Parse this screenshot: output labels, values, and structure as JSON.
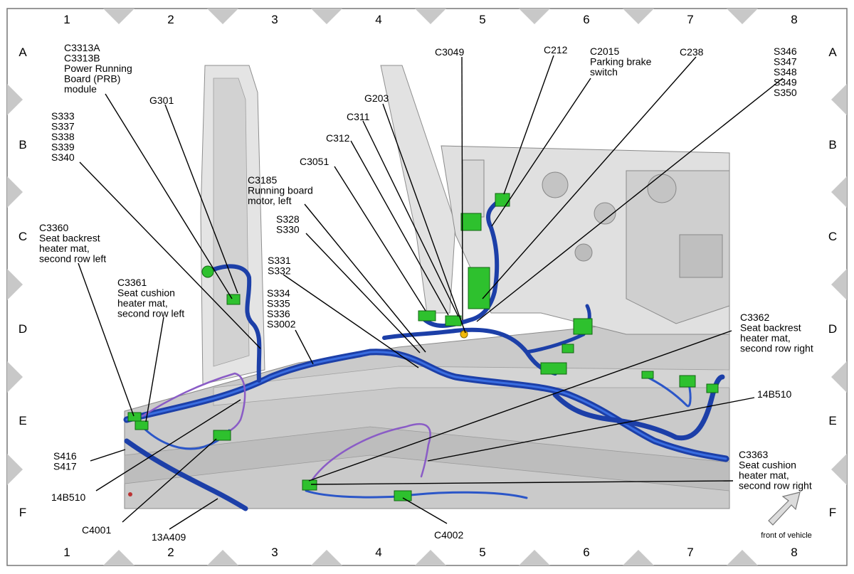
{
  "grid": {
    "columns": [
      "1",
      "2",
      "3",
      "4",
      "5",
      "6",
      "7",
      "8"
    ],
    "rows": [
      "A",
      "B",
      "C",
      "D",
      "E",
      "F"
    ]
  },
  "labels": {
    "prb": [
      "C3313A",
      "C3313B",
      "Power Running",
      "Board (PRB)",
      "module"
    ],
    "g301": [
      "G301"
    ],
    "s333": [
      "S333",
      "S337",
      "S338",
      "S339",
      "S340"
    ],
    "c3360": [
      "C3360",
      "Seat backrest",
      "heater mat,",
      "second row left"
    ],
    "c3361": [
      "C3361",
      "Seat cushion",
      "heater mat,",
      "second row left"
    ],
    "s334": [
      "S334",
      "S335",
      "S336",
      "S3002"
    ],
    "c3185": [
      "C3185",
      "Running board",
      "motor, left"
    ],
    "s328": [
      "S328",
      "S330"
    ],
    "s331": [
      "S331",
      "S332"
    ],
    "c3051": [
      "C3051"
    ],
    "c312": [
      "C312"
    ],
    "c311": [
      "C311"
    ],
    "g203": [
      "G203"
    ],
    "c3049": [
      "C3049"
    ],
    "c212": [
      "C212"
    ],
    "c2015": [
      "C2015",
      "Parking brake",
      "switch"
    ],
    "c238": [
      "C238"
    ],
    "s346": [
      "S346",
      "S347",
      "S348",
      "S349",
      "S350"
    ],
    "c3362": [
      "C3362",
      "Seat backrest",
      "heater mat,",
      "second row right"
    ],
    "b510r": [
      "14B510"
    ],
    "c3363": [
      "C3363",
      "Seat cushion",
      "heater mat,",
      "second row right"
    ],
    "s416": [
      "S416",
      "S417"
    ],
    "b510l": [
      "14B510"
    ],
    "c4001": [
      "C4001"
    ],
    "a409": [
      "13A409"
    ],
    "c4002": [
      "C4002"
    ]
  },
  "legend": {
    "front": "front of vehicle"
  },
  "colors": {
    "harness": "#1c3fa8",
    "harness_light": "#3a6de0",
    "connector": "#2ec12e",
    "purple_wire": "#8a5cc6",
    "floor": "#c9c9c9",
    "body": "#e6e6e6",
    "frame_marker": "#c8c8c8"
  }
}
